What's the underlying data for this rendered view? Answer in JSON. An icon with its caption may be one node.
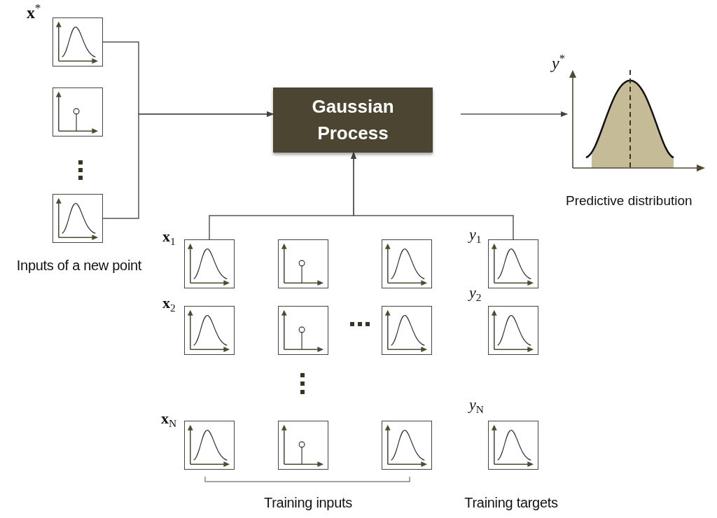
{
  "diagram": {
    "nodes": [
      {
        "text": [],
        "shape": "picture",
        "beside": [
          "**x**$^{*}$"
        ]
      },
      {
        "text": [],
        "shape": "picture"
      },
      {
        "text": [],
        "shape": "picture"
      },
      {
        "text": [
          "Gaussian Process"
        ]
      },
      {
        "text": [],
        "shape": "picture",
        "beside": [
          "*y*$^{*}$",
          "Predictive distribution"
        ]
      },
      {
        "text": [],
        "shape": "picture",
        "beside": [
          "**x**$_{1}$"
        ]
      },
      {
        "text": [],
        "shape": "picture"
      },
      {
        "text": [],
        "shape": "picture"
      },
      {
        "text": [],
        "shape": "picture",
        "beside": [
          "*y*$_{1}$"
        ]
      },
      {
        "text": [],
        "shape": "picture",
        "beside": [
          "**x**$_{2}$"
        ]
      },
      {
        "text": [],
        "shape": "picture"
      },
      {
        "text": [],
        "shape": "picture"
      },
      {
        "text": [],
        "shape": "picture",
        "beside": [
          "*y*$_{2}$"
        ]
      },
      {
        "text": [],
        "shape": "picture",
        "beside": [
          "**x**$_{N}$"
        ]
      },
      {
        "text": [],
        "shape": "picture"
      },
      {
        "text": [],
        "shape": "picture"
      },
      {
        "text": [],
        "shape": "picture",
        "beside": [
          "*y*$_{N}$"
        ]
      }
    ],
    "edges": [
      {
        "from": 0,
        "to": 3,
        "arrow": "to"
      },
      {
        "from": 2,
        "to": 3,
        "arrow": "to"
      },
      {
        "from": 5,
        "to": 3,
        "arrow": "to"
      },
      {
        "from": 8,
        "to": 3,
        "arrow": "to"
      },
      {
        "from": 3,
        "to": 4,
        "arrow": "to"
      }
    ],
    "labels": [
      "Inputs of a new point",
      "Training inputs",
      "Training targets"
    ]
  }
}
